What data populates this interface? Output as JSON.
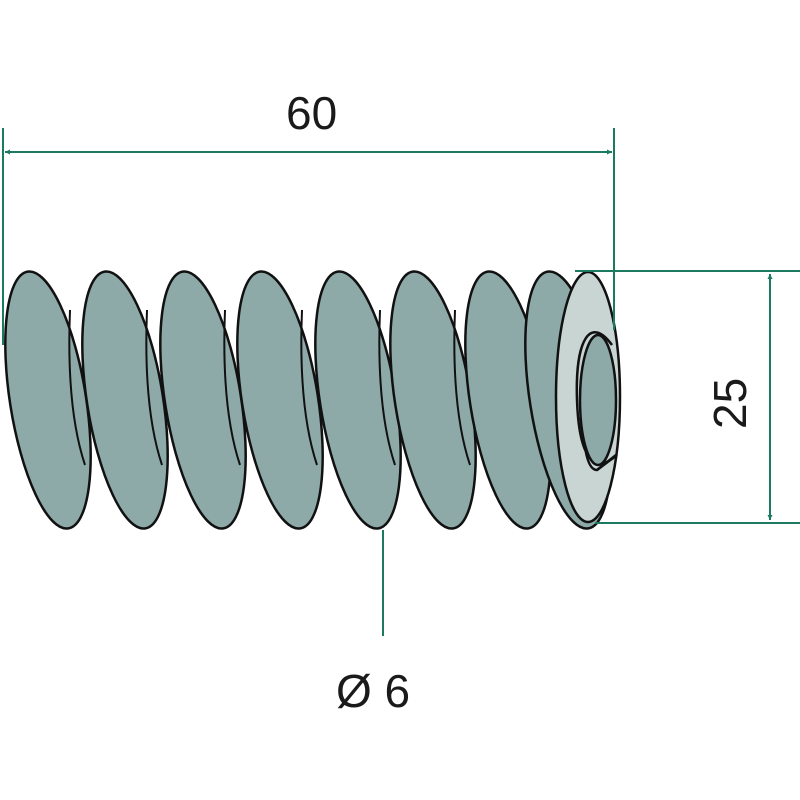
{
  "dimensions": {
    "length": "60",
    "outer_diameter": "25",
    "wire_diameter": "Ø 6"
  },
  "colors": {
    "spring": "#8daaa8",
    "end_face": "#c9d5d3",
    "dimension_line": "#1b7a60",
    "outline": "#111111"
  }
}
